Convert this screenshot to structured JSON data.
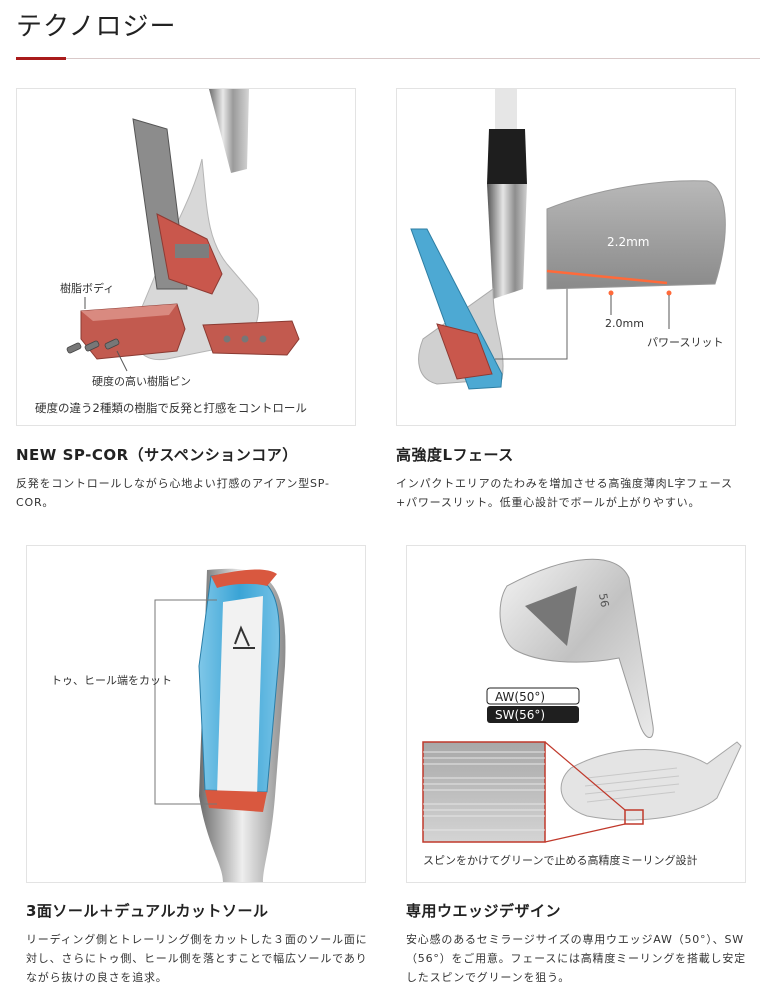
{
  "page": {
    "title": "テクノロジー",
    "accent_color": "#a91b1b"
  },
  "sections": [
    {
      "heading": "NEW SP-COR（サスペンションコア）",
      "description": "反発をコントロールしながら心地よい打感のアイアン型SP-COR。",
      "image": {
        "label_body": "樹脂ボディ",
        "label_pin": "硬度の高い樹脂ピン",
        "caption": "硬度の違う2種類の樹脂で反発と打感をコントロール"
      }
    },
    {
      "heading": "高強度Lフェース",
      "description": "インパクトエリアのたわみを増加させる高強度薄肉L字フェース+パワースリット。低重心設計でボールが上がりやすい。",
      "image": {
        "label_thickness_face": "2.2mm",
        "label_thickness_sole": "2.0mm",
        "label_slit": "パワースリット"
      }
    },
    {
      "heading": "3面ソール＋デュアルカットソール",
      "description": "リーディング側とトレーリング側をカットした３面のソール面に対し、さらにトゥ側、ヒール側を落とすことで幅広ソールでありながら抜けの良さを追求。",
      "image": {
        "label_cut": "トゥ、ヒール端をカット"
      }
    },
    {
      "heading": "専用ウエッジデザイン",
      "description": "安心感のあるセミラージサイズの専用ウエッジAW（50°）、SW（56°）をご用意。フェースには高精度ミーリングを搭載し安定したスピンでグリーンを狙う。",
      "image": {
        "badge_aw": "AW(50°)",
        "badge_sw": "SW(56°)",
        "club_number": "56",
        "caption": "スピンをかけてグリーンで止める高精度ミーリング設計"
      }
    }
  ]
}
